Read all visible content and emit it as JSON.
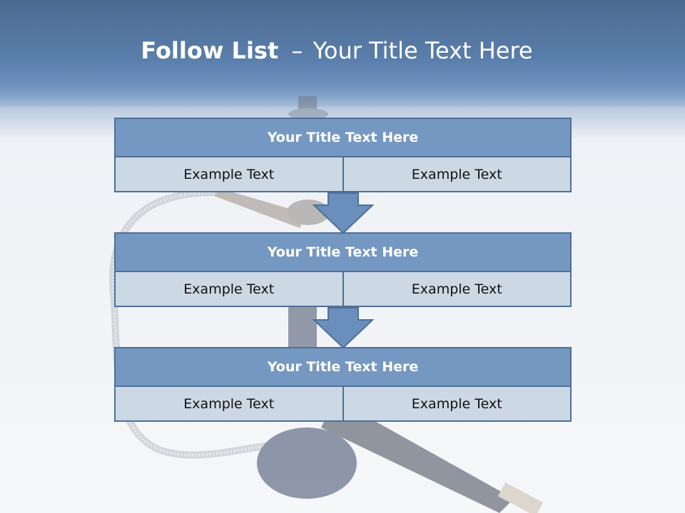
{
  "slide": {
    "title_bold": "Follow List",
    "title_sep": "–",
    "title_rest": "Your Title Text Here"
  },
  "blocks": [
    {
      "title": "Your Title Text Here",
      "cells": [
        "Example Text",
        "Example Text"
      ]
    },
    {
      "title": "Your Title Text Here",
      "cells": [
        "Example Text",
        "Example Text"
      ]
    },
    {
      "title": "Your Title Text Here",
      "cells": [
        "Example Text",
        "Example Text"
      ]
    }
  ],
  "colors": {
    "header_band": "#5a7eab",
    "block_title_fill": "#7598c2",
    "block_cell_fill": "#cdd8e5",
    "block_border": "#4e6f99",
    "arrow_fill": "#6b8fbc"
  }
}
